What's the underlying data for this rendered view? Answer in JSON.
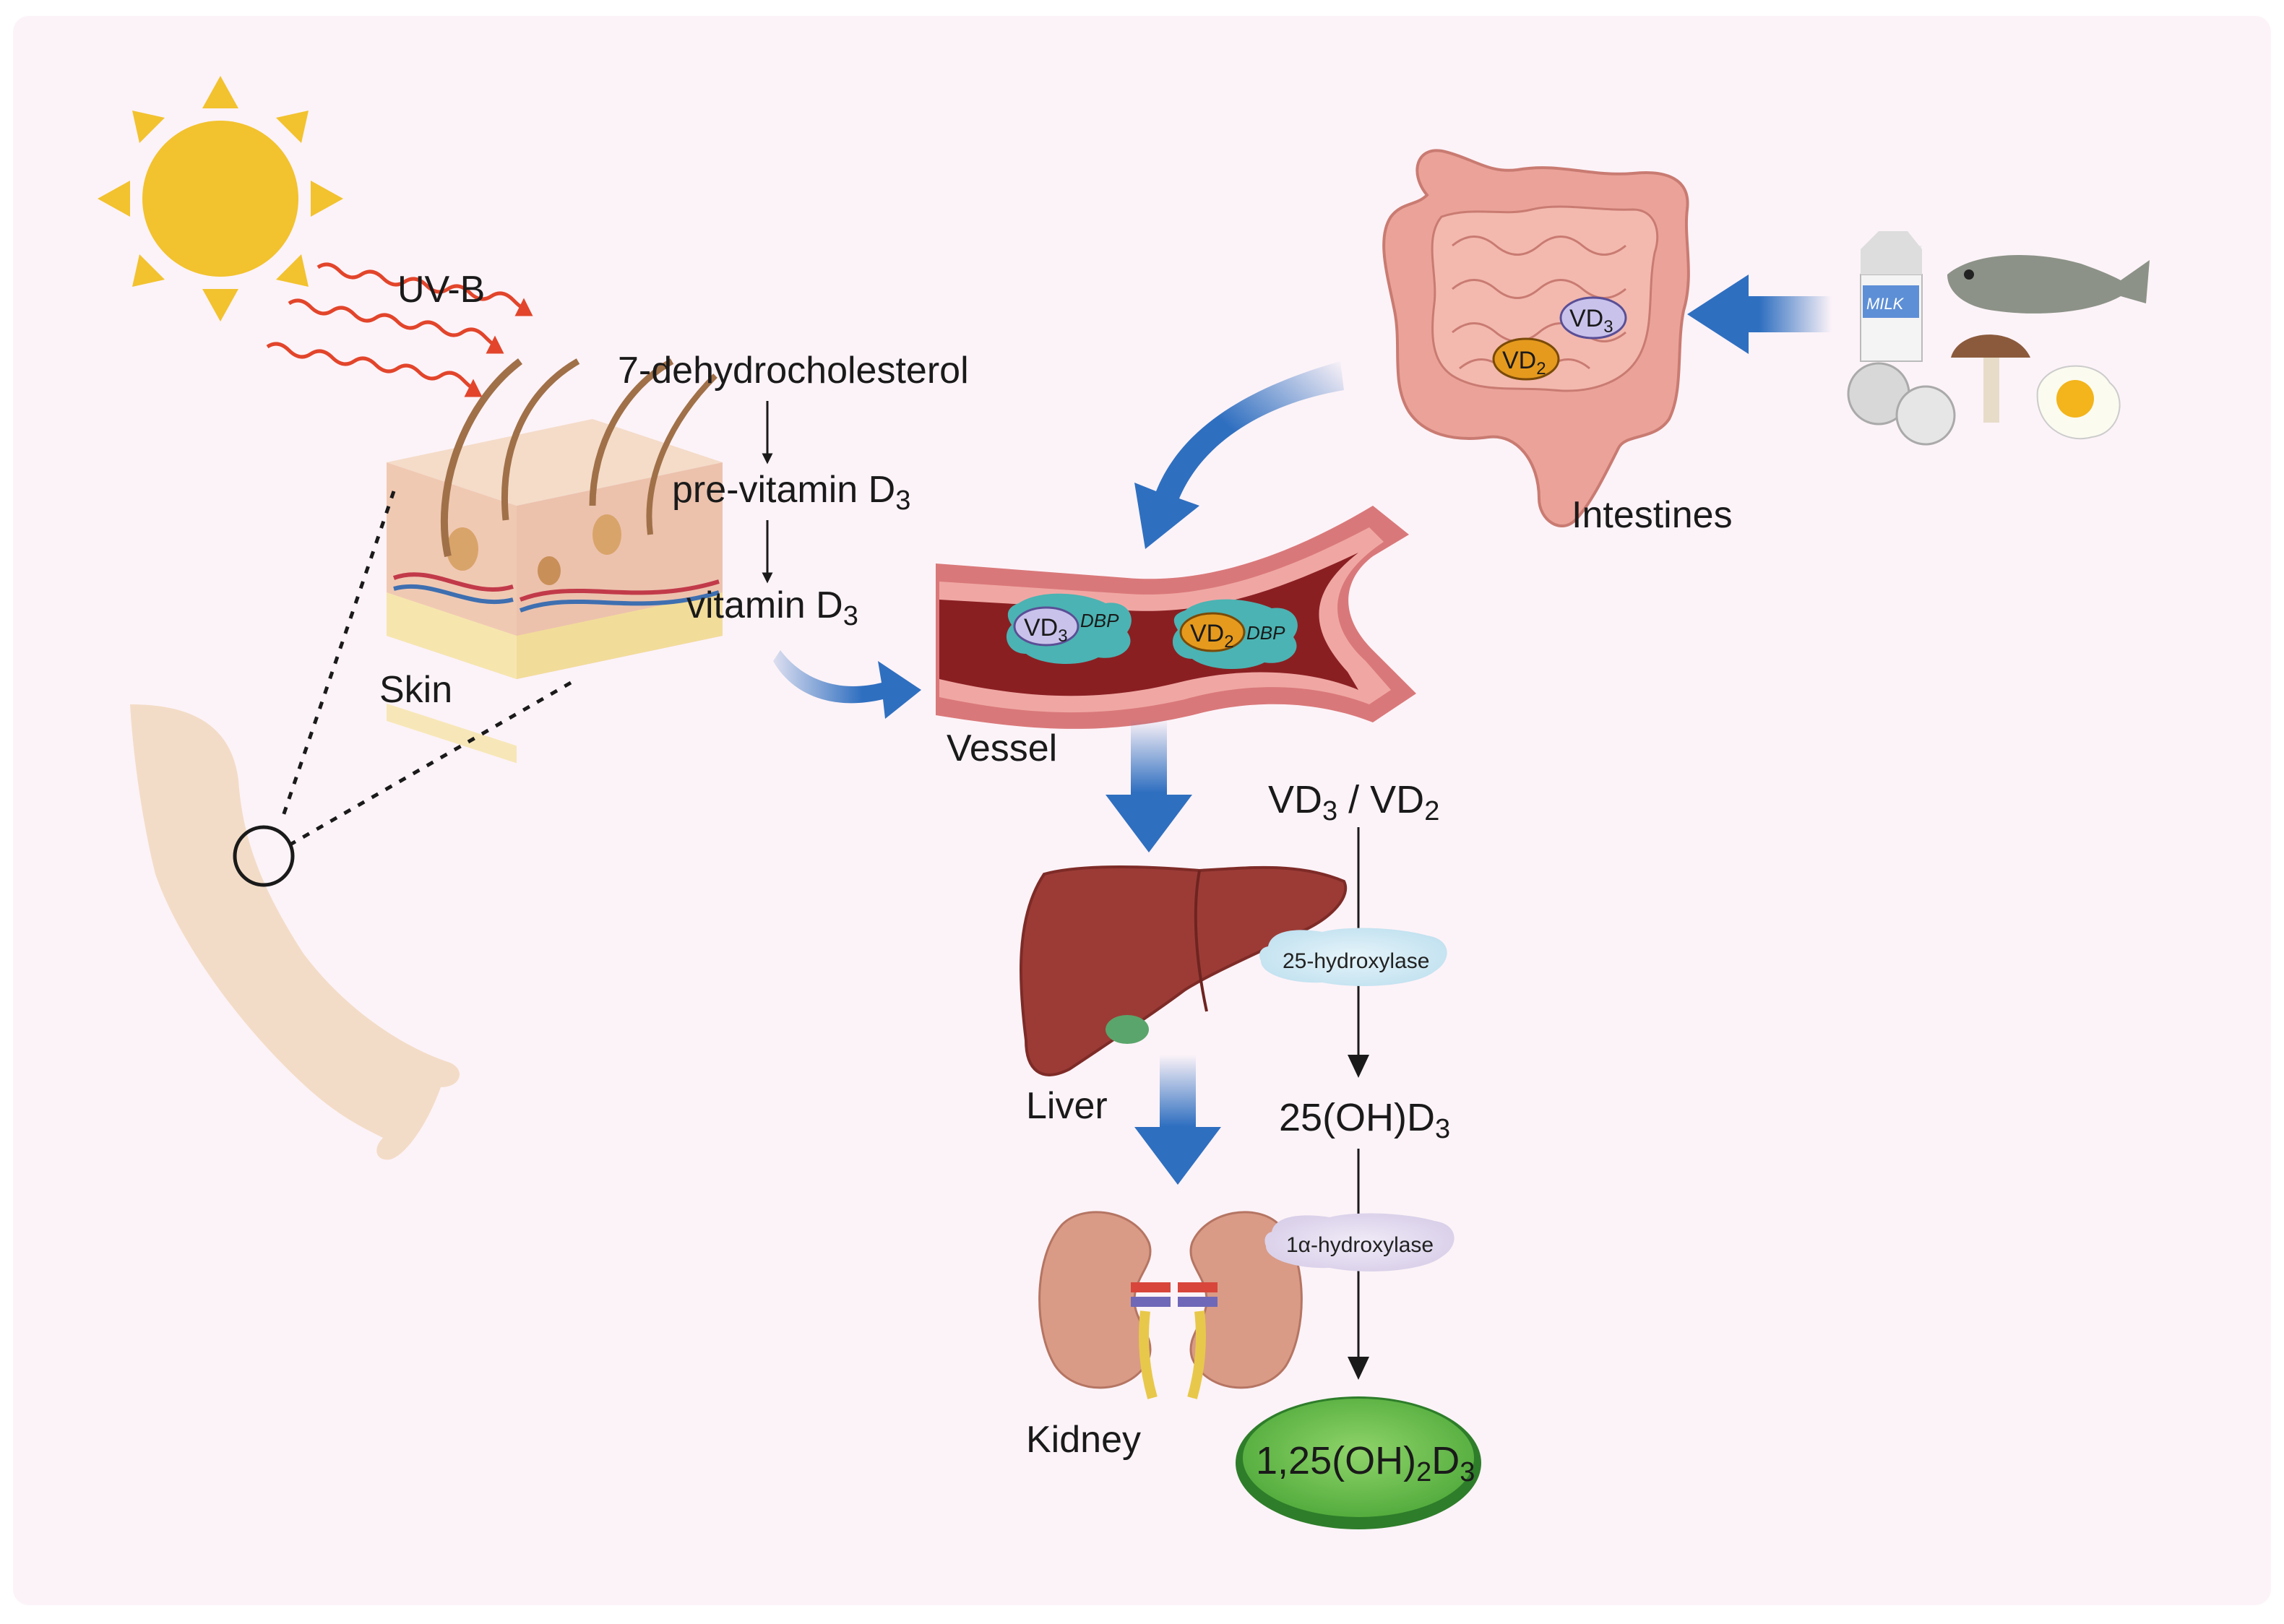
{
  "labels": {
    "uvb": "UV-B",
    "dehydro": "7-dehydrocholesterol",
    "previtamin": "pre-vitamin D",
    "previtamin_sub": "3",
    "vitamin": "vitamin D",
    "vitamin_sub": "3",
    "skin": "Skin",
    "vessel": "Vessel",
    "intestines": "Intestines",
    "liver": "Liver",
    "kidney": "Kidney",
    "milk": "MILK"
  },
  "molecules": {
    "vd3": "VD",
    "vd3_sub": "3",
    "vd2": "VD",
    "vd2_sub": "2",
    "dbp": "DBP",
    "vd_pair_a": "VD",
    "vd_pair_a_sub": "3",
    "vd_pair_sep": " / VD",
    "vd_pair_b_sub": "2",
    "oh_d3": "25(OH)D",
    "oh_d3_sub": "3",
    "final_a": "1,25(OH)",
    "final_sub_a": "2",
    "final_b": "D",
    "final_sub_b": "3"
  },
  "enzymes": {
    "hydroxylase_25": "25-hydroxylase",
    "hydroxylase_1a": "1α-hydroxylase"
  },
  "colors": {
    "background_panel": "#fcf3f8",
    "sun": "#f2c22f",
    "uv_rays": "#e2452b",
    "blue_arrow": "#2f6fc0",
    "liver": "#9c3b36",
    "kidney": "#d99b86",
    "intestine": "#eba399",
    "vessel_outer": "#d9787a",
    "vessel_inner": "#8a1f22",
    "final_molecule": "#6cc04a",
    "enzyme_25": "#cde8f3",
    "enzyme_1a": "#e3dcef"
  }
}
